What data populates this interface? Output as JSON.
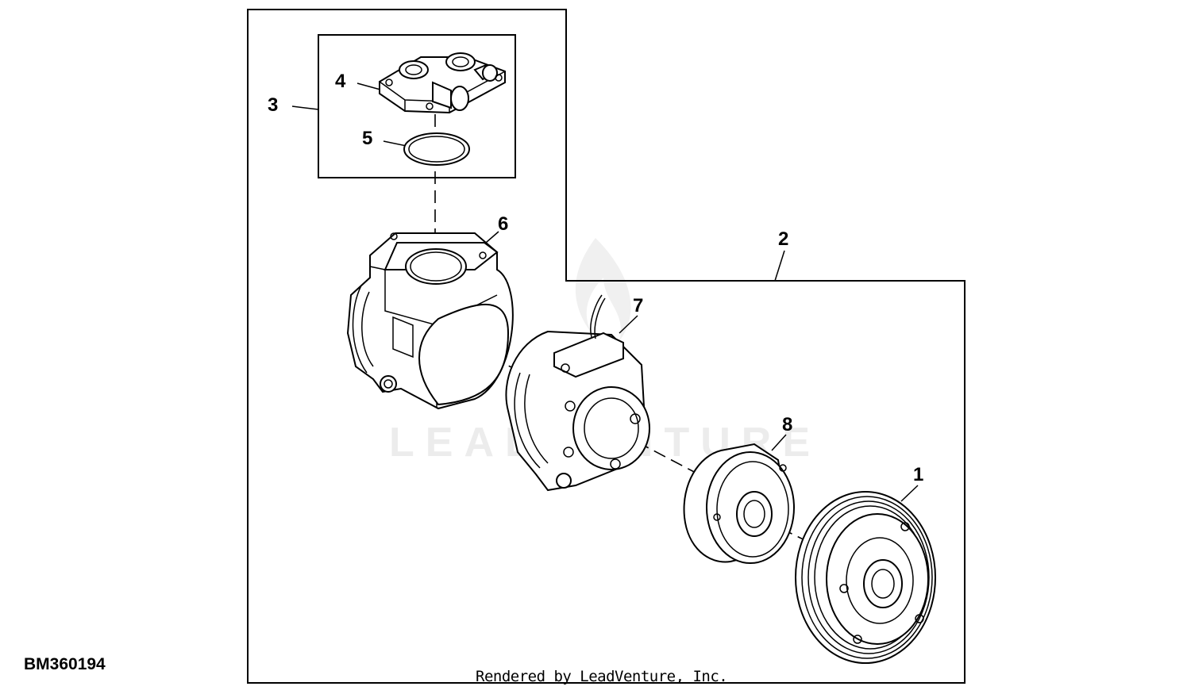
{
  "figure_id": "BM360194",
  "footer": "Rendered by LeadVenture, Inc.",
  "watermark": "LEADVENTURE",
  "callouts": {
    "c1": "1",
    "c2": "2",
    "c3": "3",
    "c4": "4",
    "c5": "5",
    "c6": "6",
    "c7": "7",
    "c8": "8"
  },
  "icons": [
    "flame-watermark-icon"
  ],
  "colors": {
    "line": "#000000",
    "background": "#ffffff",
    "watermark": "#ececec"
  }
}
